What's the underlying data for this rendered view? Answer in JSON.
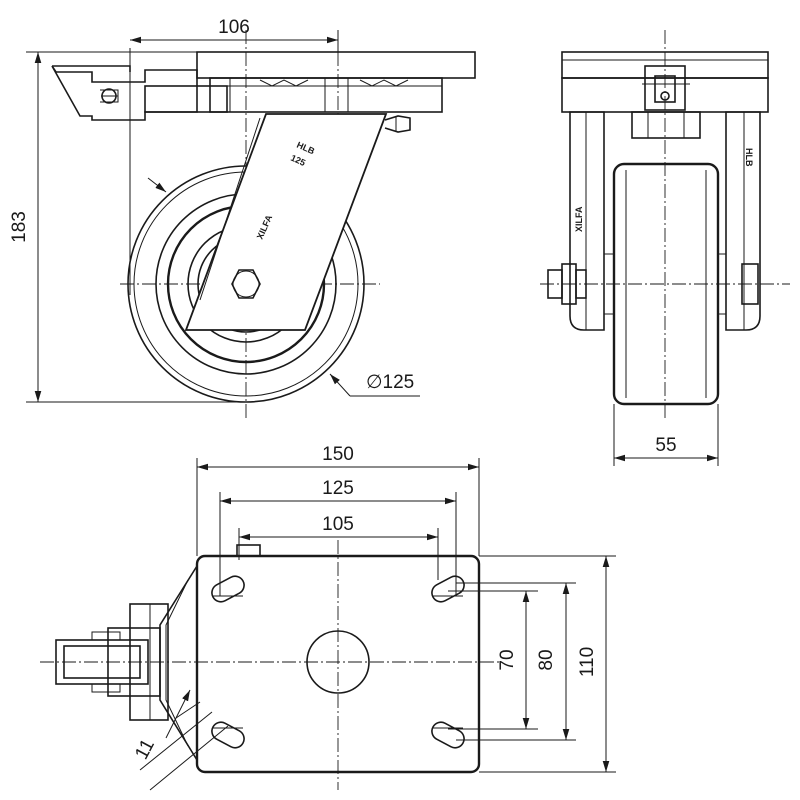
{
  "dimensions": {
    "top_plate_offset": "106",
    "overall_height": "183",
    "wheel_diameter": "∅125",
    "wheel_width": "55",
    "plate_length": "150",
    "bolt_spacing_outer": "125",
    "bolt_spacing_inner": "105",
    "bolt_spacing_cross_inner": "70",
    "bolt_spacing_cross_outer": "80",
    "plate_width": "110",
    "bolt_hole_size": "11"
  },
  "markings": {
    "model_line1": "HLB",
    "model_line2": "125",
    "brand": "XILFA"
  }
}
